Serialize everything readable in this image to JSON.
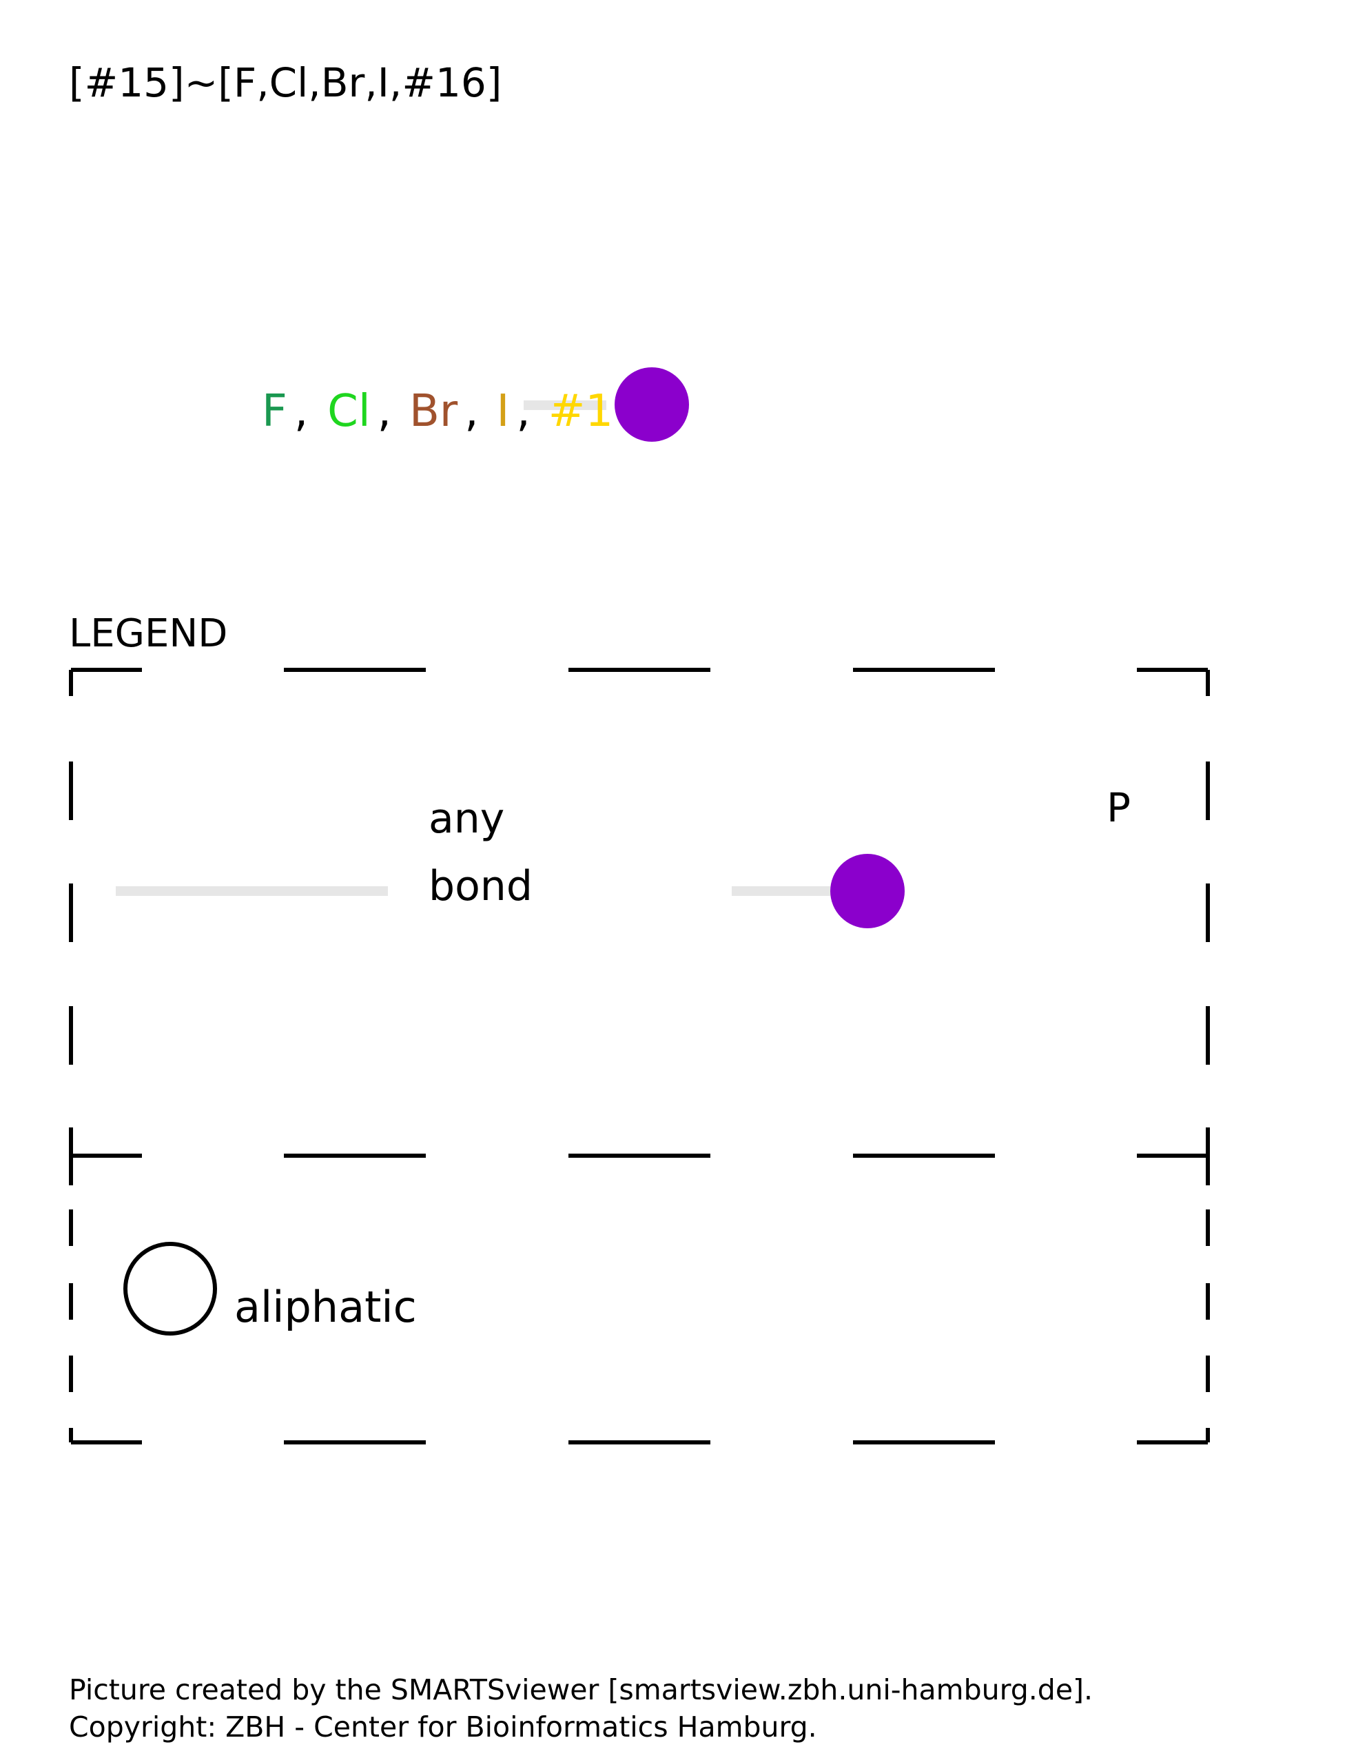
{
  "smarts_pattern": "[#15]~[F,Cl,Br,I,#16]",
  "molecule": {
    "atom_list": [
      {
        "text": "F",
        "color": "#1a9850"
      },
      {
        "text": "Cl",
        "color": "#1fd61f"
      },
      {
        "text": "Br",
        "color": "#a0522d"
      },
      {
        "text": "I",
        "color": "#d4a017"
      },
      {
        "text": "#16",
        "color": "#ffd700"
      }
    ],
    "separator": ",",
    "phosphorus_atom_color": "#8b00cc",
    "bond_color": "#e6e6e6"
  },
  "legend": {
    "title": "LEGEND",
    "any_bond_line1": "any",
    "any_bond_line2": "bond",
    "p_label": "P",
    "aliphatic_label": "aliphatic"
  },
  "footer": {
    "line1": "Picture created by the SMARTSviewer [smartsview.zbh.uni-hamburg.de].",
    "line2": "Copyright: ZBH - Center for Bioinformatics Hamburg."
  }
}
